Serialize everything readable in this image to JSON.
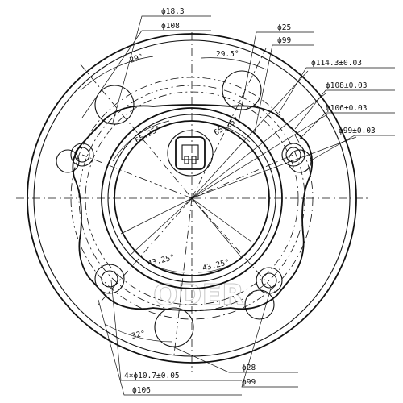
{
  "drawing": {
    "top_left_dims": [
      "ϕ18.3",
      "ϕ108"
    ],
    "top_right_dims": [
      "ϕ25",
      "ϕ99"
    ],
    "right_dims": [
      "ϕ114.3±0.03",
      "ϕ108±0.03",
      "ϕ106±0.03",
      "ϕ99±0.03"
    ],
    "bottom_left_dims": [
      "4×ϕ10.7±0.05",
      "ϕ106"
    ],
    "bottom_right_dims": [
      "ϕ28",
      "ϕ99"
    ],
    "angles": {
      "a29": "29°",
      "a29_5": "29.5°",
      "a65_25_left": "65.25°",
      "a65_25_right": "65.25°",
      "a43_25_left": "43.25°",
      "a43_25_right": "43.25°",
      "a32": "32°"
    },
    "watermark": "ODER"
  }
}
